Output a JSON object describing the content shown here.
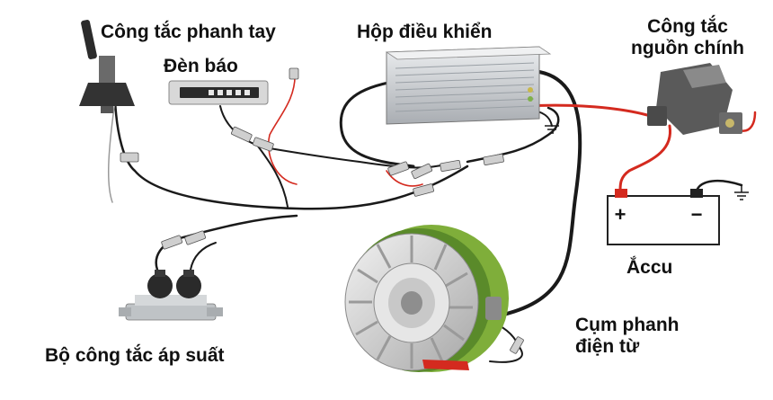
{
  "labels": {
    "handbrake_switch": "Công tắc phanh tay",
    "indicator_lamp": "Đèn báo",
    "controller_box": "Hộp điều khiển",
    "main_power_switch_line1": "Công tắc",
    "main_power_switch_line2": "nguồn chính",
    "battery": "Ắccu",
    "battery_plus": "+",
    "battery_minus": "−",
    "pressure_switch_set": "Bộ công tắc áp suất",
    "em_brake_line1": "Cụm phanh",
    "em_brake_line2": "điện từ"
  },
  "colors": {
    "wire_black": "#1a1a1a",
    "wire_red": "#d42a1f",
    "wire_gray": "#9a9a9a",
    "brake_green": "#7fae3a",
    "controller_silver": "#d4d7da",
    "label_text": "#111111"
  }
}
